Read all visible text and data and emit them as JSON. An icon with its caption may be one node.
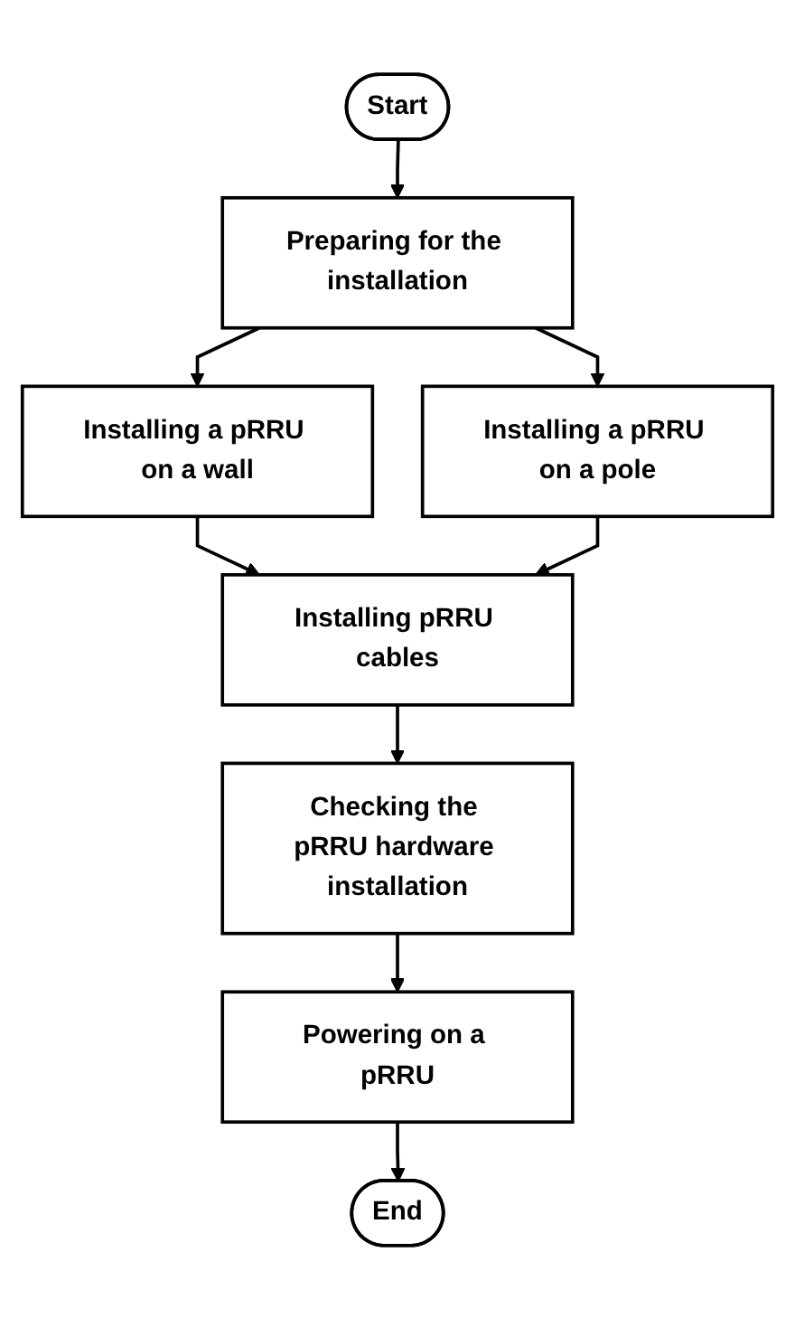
{
  "diagram": {
    "nodes": [
      {
        "text": [
          "Start"
        ]
      },
      {
        "text": [
          "Preparing for the installation"
        ]
      },
      {
        "text": [
          "Installing a pRRU on a wall"
        ]
      },
      {
        "text": [
          "Installing a pRRU on a pole"
        ]
      },
      {
        "text": [
          "Installing pRRU cables"
        ]
      },
      {
        "text": [
          "Checking the pRRU hardware installation"
        ]
      },
      {
        "text": [
          "Powering on a pRRU"
        ]
      },
      {
        "text": [
          "End"
        ]
      }
    ],
    "edges": [
      {
        "from": 0,
        "to": 1,
        "arrow": "to"
      },
      {
        "from": 1,
        "to": 2,
        "arrow": "to"
      },
      {
        "from": 1,
        "to": 3,
        "arrow": "to"
      },
      {
        "from": 2,
        "to": 4,
        "arrow": "to"
      },
      {
        "from": 3,
        "to": 4,
        "arrow": "to"
      },
      {
        "from": 4,
        "to": 5,
        "arrow": "to"
      },
      {
        "from": 5,
        "to": 6,
        "arrow": "to"
      },
      {
        "from": 6,
        "to": 7,
        "arrow": "to"
      }
    ]
  }
}
